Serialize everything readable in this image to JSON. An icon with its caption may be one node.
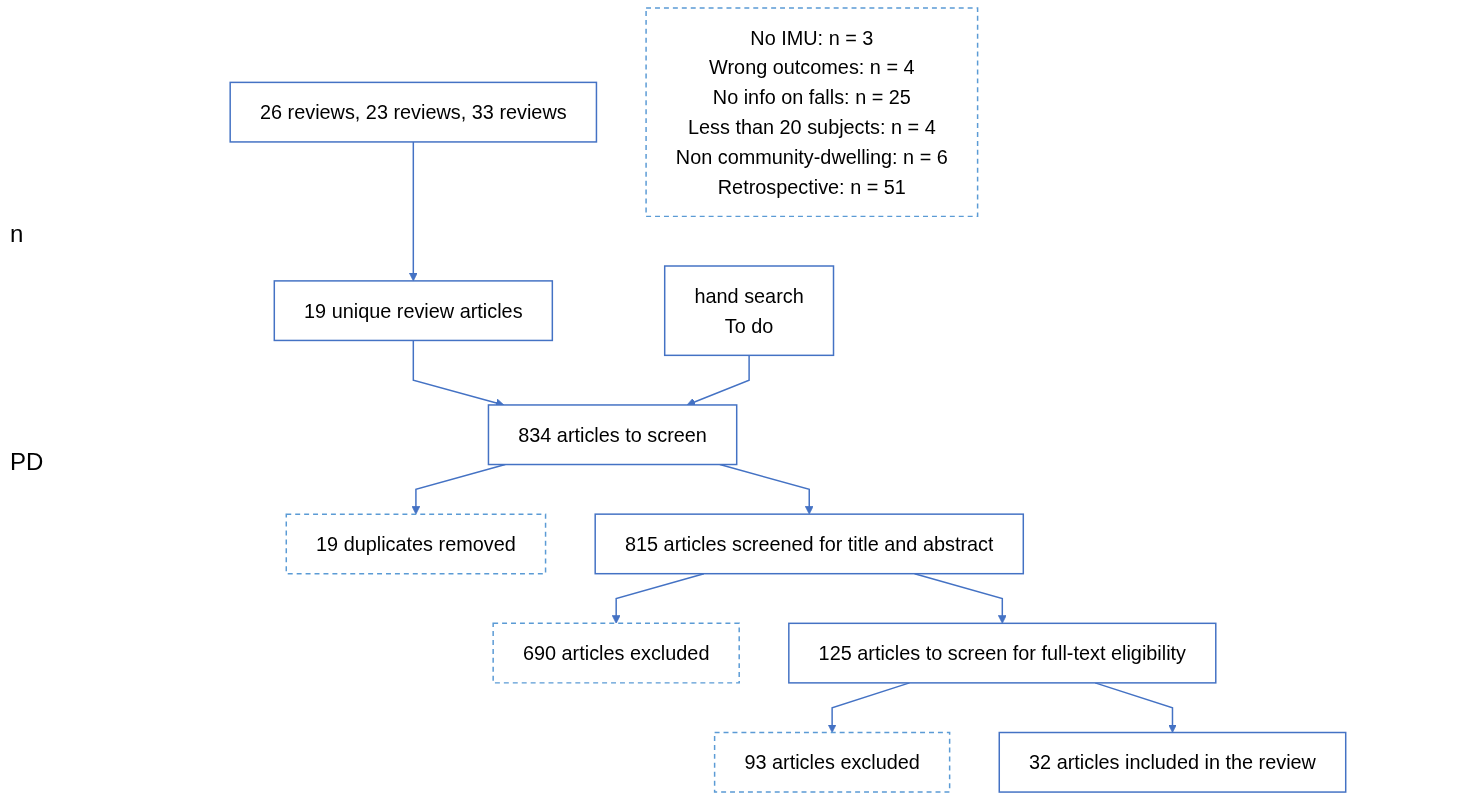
{
  "diagram": {
    "nodes": [
      {
        "text": [
          "26 reviews, 23 reviews, 33 reviews"
        ]
      },
      {
        "text": [
          "hand search",
          "To do"
        ]
      },
      {
        "text": [
          "19 unique review articles"
        ]
      },
      {
        "text": [
          "834 articles to screen"
        ]
      },
      {
        "text": [
          "19 duplicates removed"
        ]
      },
      {
        "text": [
          "815 articles screened for title and abstract"
        ]
      },
      {
        "text": [
          "690 articles excluded"
        ]
      },
      {
        "text": [
          "125 articles to screen for full-text eligibility"
        ]
      },
      {
        "text": [
          "93 articles excluded"
        ]
      },
      {
        "text": [
          "32 articles included in the review"
        ]
      },
      {
        "text": [
          "No IMU: n = 3",
          "Wrong outcomes: n = 4",
          "No info on falls: n = 25",
          "Less than 20 subjects: n = 4",
          "Non community-dwelling: n = 6",
          "Retrospective: n = 51"
        ]
      }
    ],
    "edges": [
      {
        "from": 0,
        "to": 2,
        "arrow": "to"
      },
      {
        "from": 2,
        "to": 3,
        "arrow": "to"
      },
      {
        "from": 1,
        "to": 3,
        "arrow": "to"
      },
      {
        "from": 3,
        "to": 4,
        "arrow": "to"
      },
      {
        "from": 3,
        "to": 5,
        "arrow": "to"
      },
      {
        "from": 5,
        "to": 6,
        "arrow": "to"
      },
      {
        "from": 5,
        "to": 7,
        "arrow": "to"
      },
      {
        "from": 7,
        "to": 8,
        "arrow": "to"
      },
      {
        "from": 7,
        "to": 9,
        "arrow": "to"
      }
    ],
    "labels": [
      "n",
      "PD"
    ]
  }
}
